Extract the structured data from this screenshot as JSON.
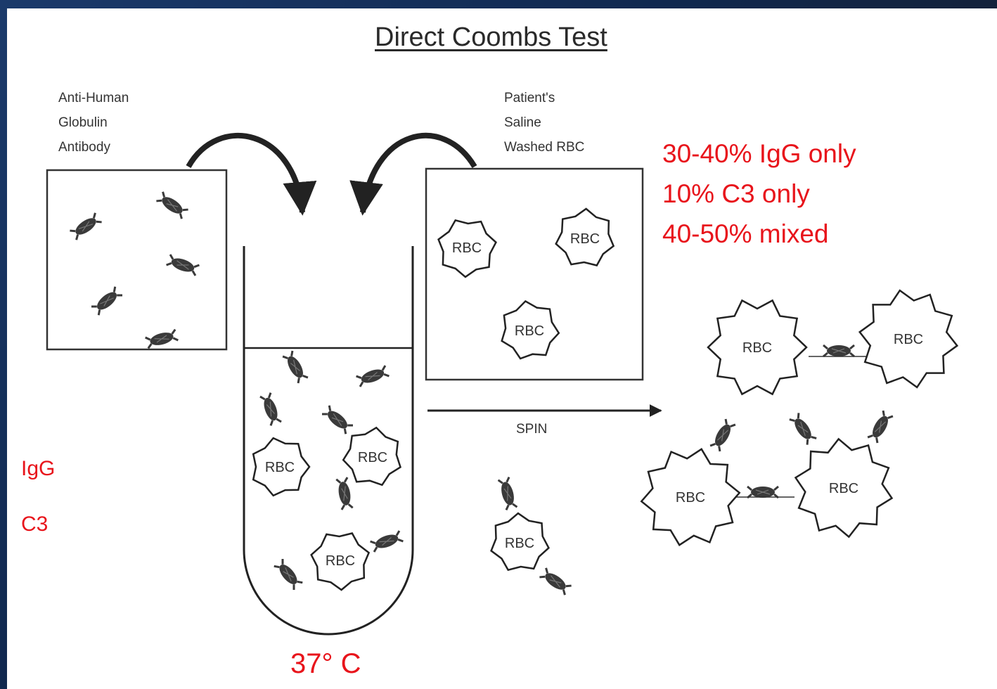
{
  "diagram": {
    "title": "Direct Coombs Test",
    "reagent_label": [
      "Anti-Human",
      "Globulin",
      "Antibody"
    ],
    "sample_label": [
      "Patient's",
      "Saline",
      "Washed RBC"
    ],
    "stats": [
      "30-40% IgG only",
      "10% C3 only",
      "40-50% mixed"
    ],
    "side_labels": [
      "IgG",
      "C3"
    ],
    "temperature": "37° C",
    "spin_label": "SPIN",
    "cell_label": "RBC"
  },
  "colors": {
    "annotation": "#e8141b",
    "ink": "#333333"
  },
  "icons": [
    "antibody-icon",
    "curved-arrow-icon",
    "straight-arrow-icon",
    "rbc-cell-icon"
  ]
}
